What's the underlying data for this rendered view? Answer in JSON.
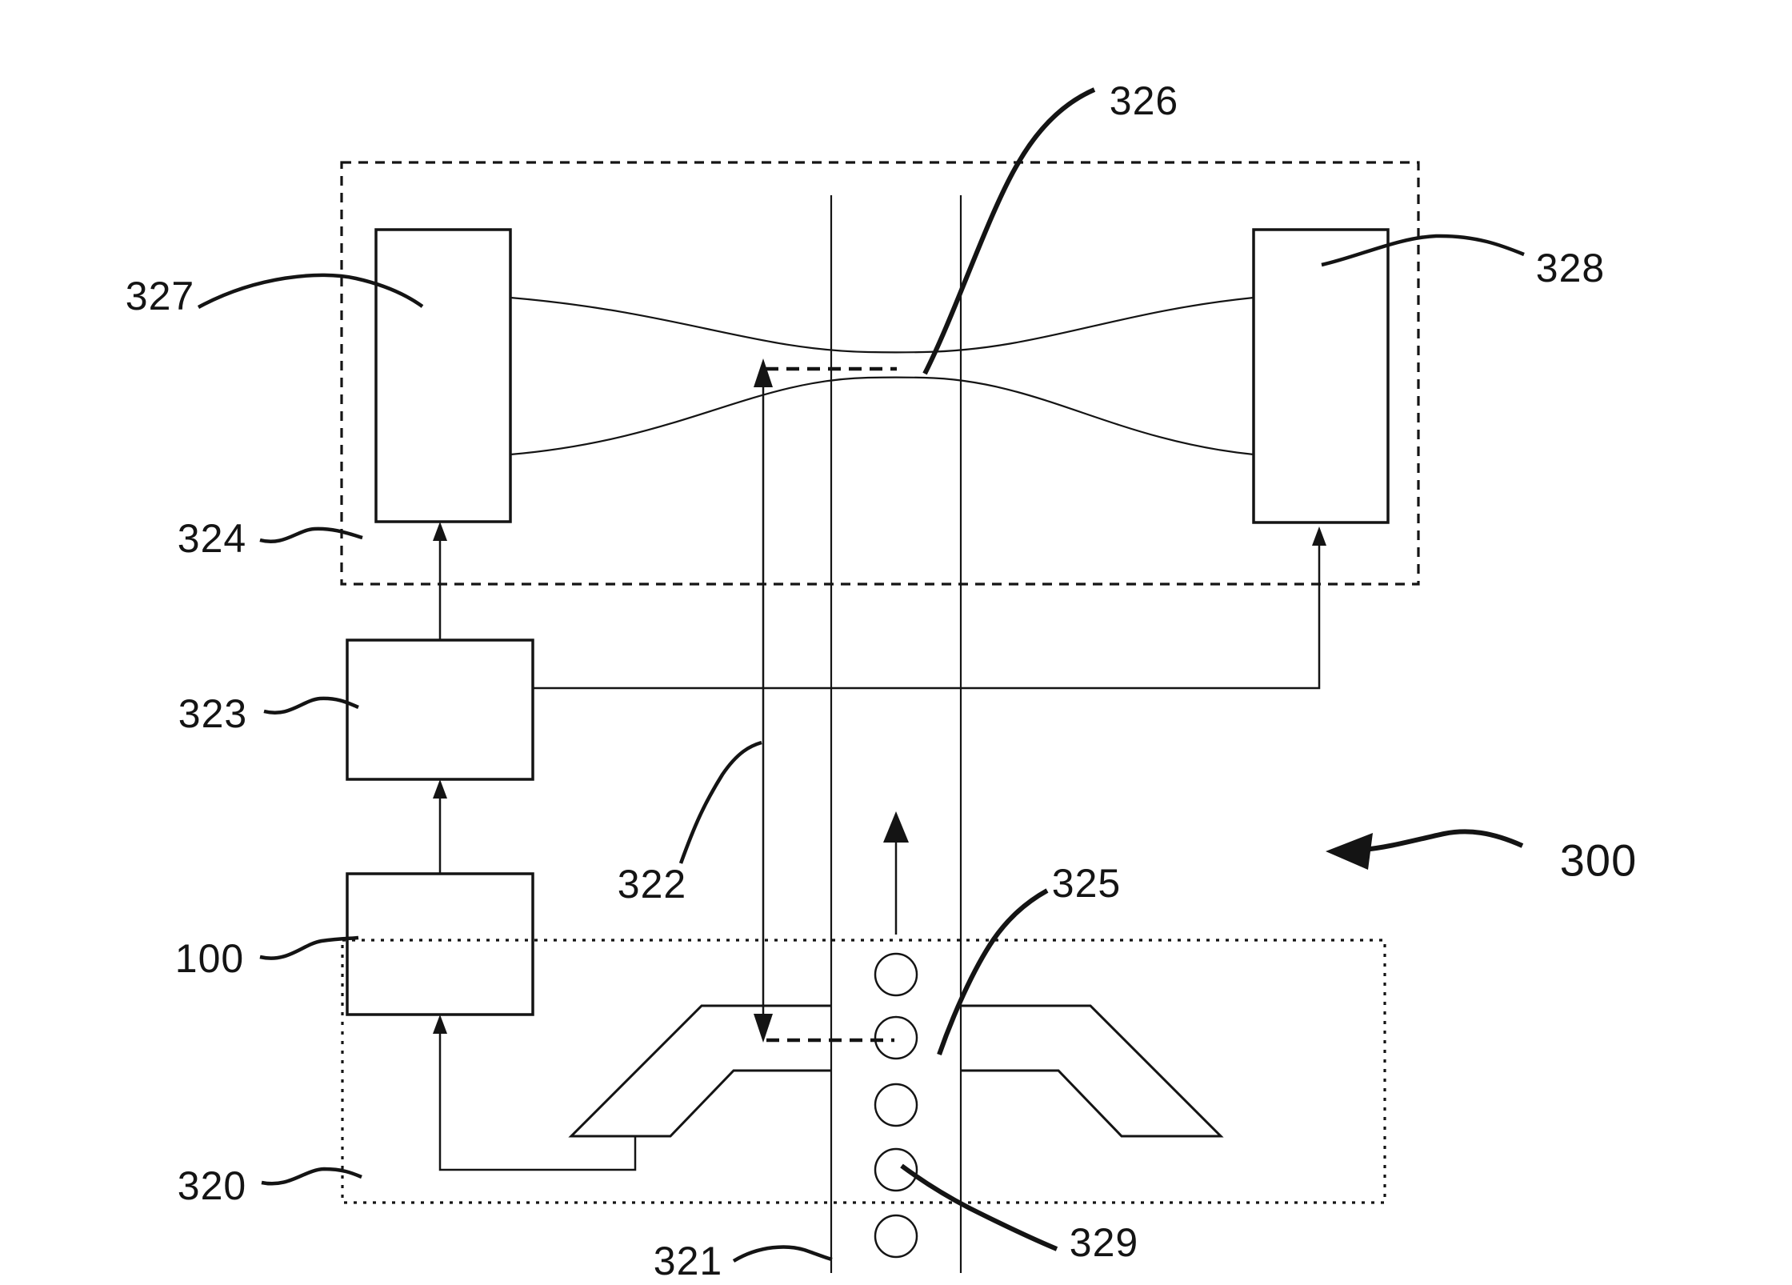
{
  "figure": {
    "type": "patent-line-diagram",
    "background_color": "#ffffff",
    "ink_color": "#141414",
    "labels": {
      "ref327": {
        "text": "327",
        "target": "left-transducer-rect"
      },
      "ref328": {
        "text": "328",
        "target": "right-transducer-rect"
      },
      "ref326": {
        "text": "326",
        "target": "beam-waist"
      },
      "ref324": {
        "text": "324",
        "target": "upper-dashed-enclosure"
      },
      "ref323": {
        "text": "323",
        "target": "controller-box"
      },
      "ref322": {
        "text": "322",
        "target": "distance-arrow"
      },
      "ref100": {
        "text": "100",
        "target": "signal-box"
      },
      "ref320": {
        "text": "320",
        "target": "lower-dashed-enclosure"
      },
      "ref321": {
        "text": "321",
        "target": "channel-wall"
      },
      "ref325": {
        "text": "325",
        "target": "droplet-breakoff-zone"
      },
      "ref329": {
        "text": "329",
        "target": "droplet"
      },
      "ref300": {
        "text": "300",
        "target": "whole-apparatus"
      }
    }
  }
}
